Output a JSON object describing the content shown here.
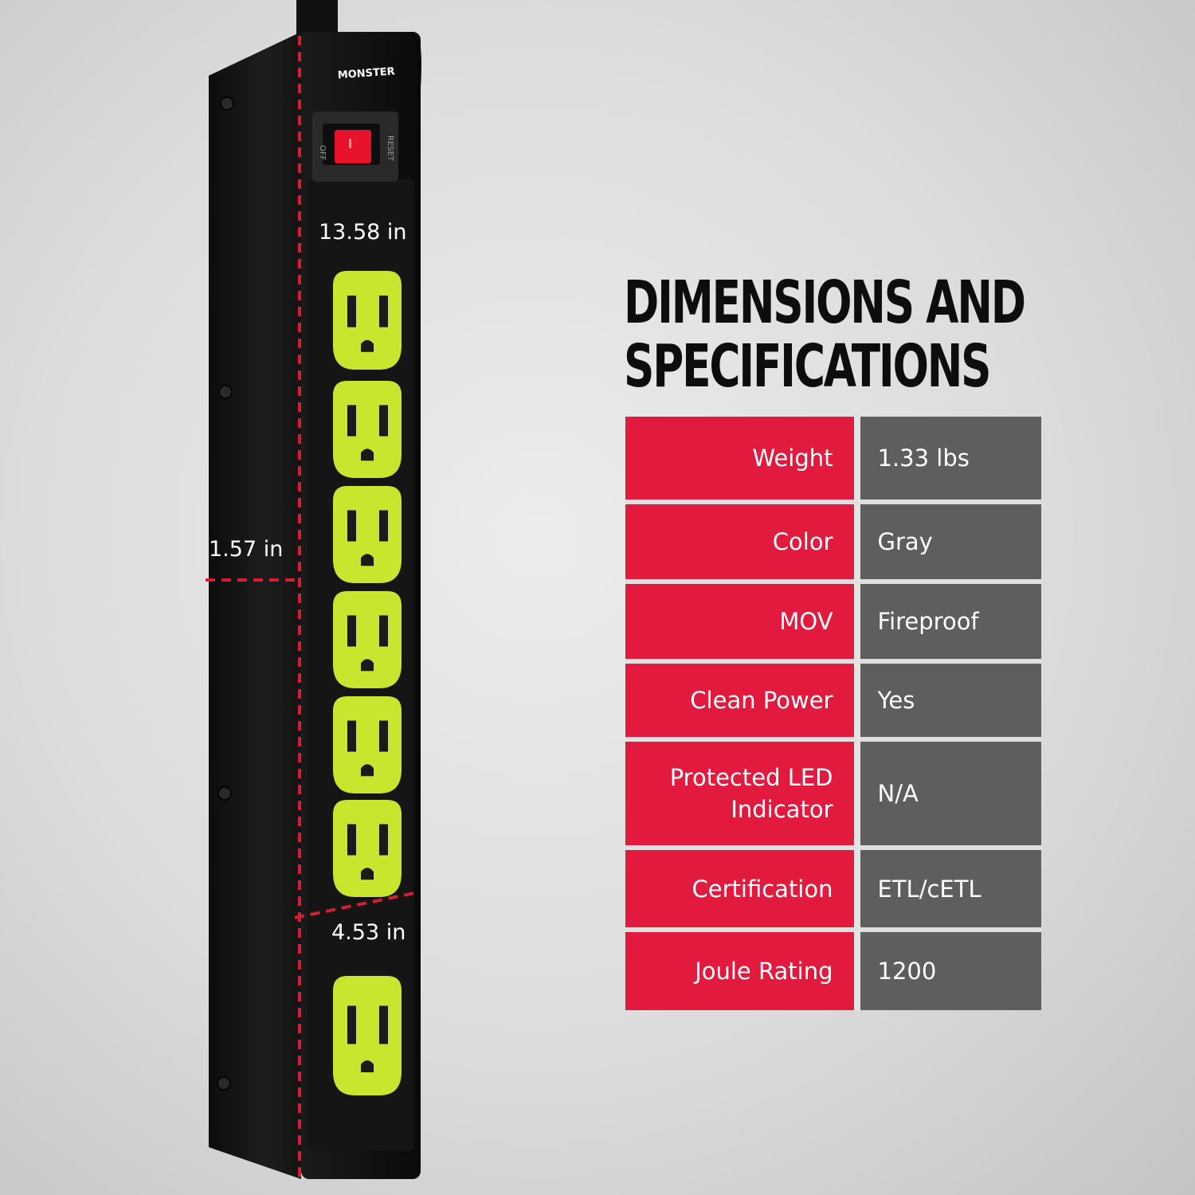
{
  "product": {
    "brand": "MONSTER",
    "switch_off_label": "OFF",
    "switch_reset_label": "RESET"
  },
  "dimensions": {
    "length": "13.58 in",
    "width": "1.57 in",
    "gap": "4.53 in"
  },
  "heading": {
    "line1": "DIMENSIONS AND",
    "line2": "SPECIFICATIONS"
  },
  "specs": [
    {
      "label": "Weight",
      "value": "1.33  lbs"
    },
    {
      "label": "Color",
      "value": "Gray"
    },
    {
      "label": "MOV",
      "value": "Fireproof"
    },
    {
      "label": "Clean Power",
      "value": "Yes"
    },
    {
      "label": "Protected LED Indicator",
      "value": "N/A"
    },
    {
      "label": "Certification",
      "value": "ETL/cETL"
    },
    {
      "label": "Joule Rating",
      "value": "1200"
    }
  ],
  "colors": {
    "outlet": "#c8e62e",
    "body": "#111111",
    "accent": "#e21a3d",
    "value_bg": "#5e5e5e",
    "dash": "#d21f34"
  }
}
